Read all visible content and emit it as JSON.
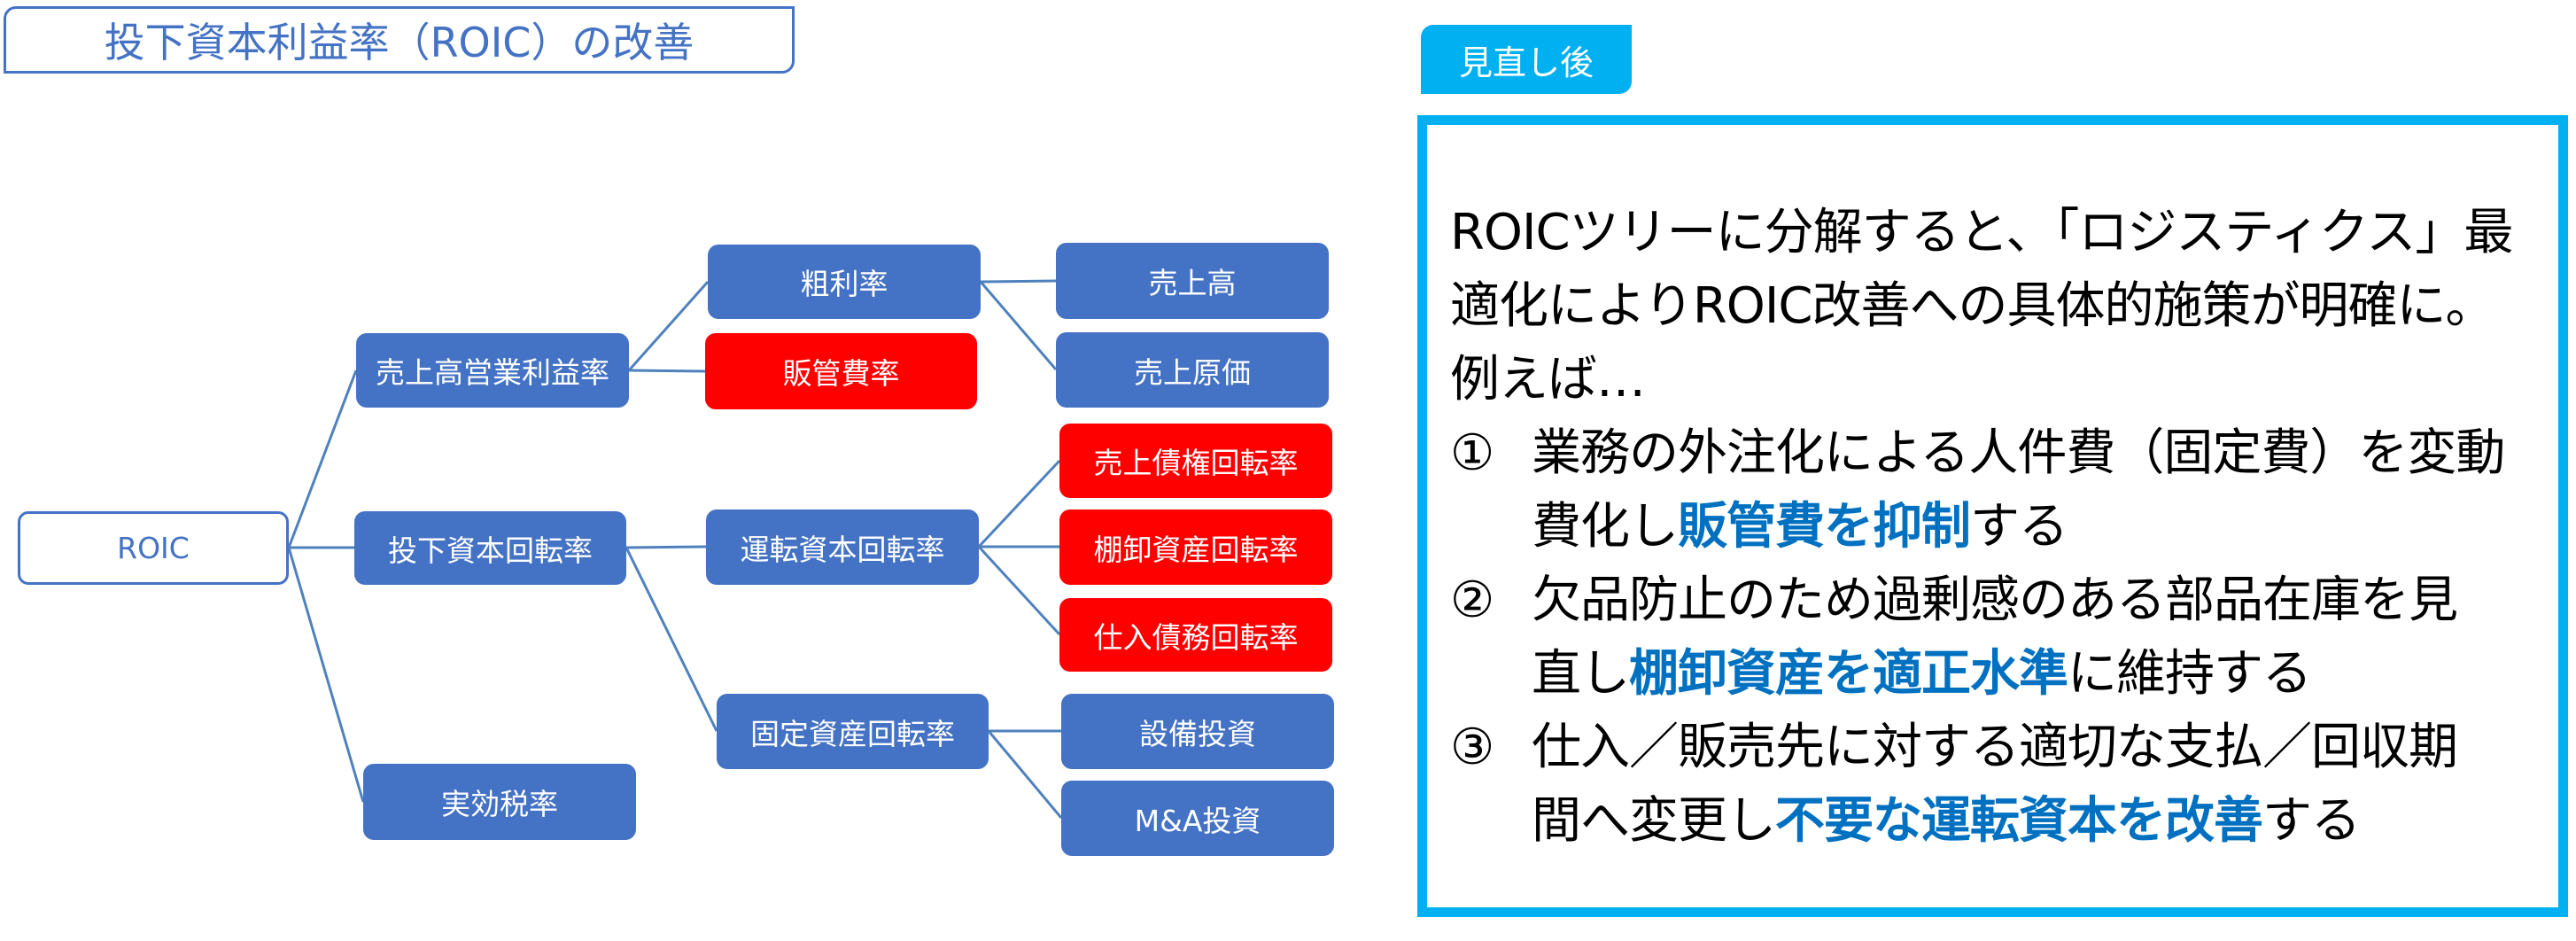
{
  "title": "投下資本利益率（ROIC）の改善",
  "tag_label": "見直し後",
  "colors": {
    "node_blue": "#4472C4",
    "node_red": "#FF0000",
    "accent_cyan": "#00B0F0",
    "highlight_blue": "#0070C0",
    "connector": "#4F81BD"
  },
  "tree": {
    "root": {
      "label": "ROIC"
    },
    "level1": [
      {
        "id": "operating_margin",
        "label": "売上高営業利益率",
        "highlight": false
      },
      {
        "id": "capital_turnover",
        "label": "投下資本回転率",
        "highlight": false
      },
      {
        "id": "tax_rate",
        "label": "実効税率",
        "highlight": false
      }
    ],
    "level2": [
      {
        "id": "gross_margin",
        "parent": "operating_margin",
        "label": "粗利率",
        "highlight": false
      },
      {
        "id": "sga_ratio",
        "parent": "operating_margin",
        "label": "販管費率",
        "highlight": true
      },
      {
        "id": "wc_turnover",
        "parent": "capital_turnover",
        "label": "運転資本回転率",
        "highlight": false
      },
      {
        "id": "fa_turnover",
        "parent": "capital_turnover",
        "label": "固定資産回転率",
        "highlight": false
      }
    ],
    "level3": [
      {
        "id": "sales",
        "parent": "gross_margin",
        "label": "売上高",
        "highlight": false
      },
      {
        "id": "cogs",
        "parent": "gross_margin",
        "label": "売上原価",
        "highlight": false
      },
      {
        "id": "ar_turnover",
        "parent": "wc_turnover",
        "label": "売上債権回転率",
        "highlight": true
      },
      {
        "id": "inv_turnover",
        "parent": "wc_turnover",
        "label": "棚卸資産回転率",
        "highlight": true
      },
      {
        "id": "ap_turnover",
        "parent": "wc_turnover",
        "label": "仕入債務回転率",
        "highlight": true
      },
      {
        "id": "capex",
        "parent": "fa_turnover",
        "label": "設備投資",
        "highlight": false
      },
      {
        "id": "mna",
        "parent": "fa_turnover",
        "label": "M&A投資",
        "highlight": false
      }
    ]
  },
  "panel": {
    "intro_lines": [
      "ROICツリーに分解すると、「ロジスティクス」最",
      "適化によりROIC改善への具体的施策が明確に。",
      "例えば…"
    ],
    "items": [
      {
        "number": "①",
        "line1": "業務の外注化による人件費（固定費）を変動",
        "line2_pre": "費化し",
        "line2_highlight": "販管費を抑制",
        "line2_post": "する"
      },
      {
        "number": "②",
        "line1": "欠品防止のため過剰感のある部品在庫を見",
        "line2_pre": "直し",
        "line2_highlight": "棚卸資産を適正水準",
        "line2_post": "に維持する"
      },
      {
        "number": "③",
        "line1": "仕入／販売先に対する適切な支払／回収期",
        "line2_pre": "間へ変更し",
        "line2_highlight": "不要な運転資本を改善",
        "line2_post": "する"
      }
    ]
  }
}
